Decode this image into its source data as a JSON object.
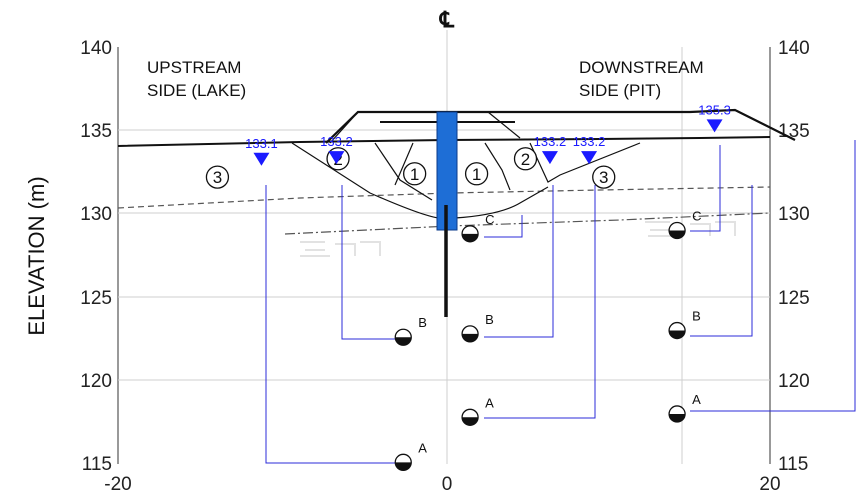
{
  "centerline_label": "℄",
  "y_axis": {
    "label": "ELEVATION (m)",
    "ticks": [
      140,
      135,
      130,
      125,
      120,
      115
    ],
    "range": [
      115,
      140
    ]
  },
  "x_axis": {
    "ticks": [
      -20,
      0,
      20
    ],
    "range": [
      -20,
      20
    ]
  },
  "sides": {
    "upstream": [
      "UPSTREAM",
      "SIDE (LAKE)"
    ],
    "downstream": [
      "DOWNSTREAM",
      "SIDE (PIT)"
    ]
  },
  "zones": [
    {
      "label": "3",
      "x": -13.9,
      "elev": 132.2
    },
    {
      "label": "2",
      "x": -6.5,
      "elev": 133.3
    },
    {
      "label": "1",
      "x": -1.8,
      "elev": 132.4
    },
    {
      "label": "1",
      "x": 2.0,
      "elev": 132.4
    },
    {
      "label": "2",
      "x": 5.0,
      "elev": 133.3
    },
    {
      "label": "3",
      "x": 9.8,
      "elev": 132.2
    }
  ],
  "water_levels": [
    {
      "label": "133.1",
      "x": -11.2,
      "elev": 133.3
    },
    {
      "label": "133.2",
      "x": -6.6,
      "elev": 133.4
    },
    {
      "label": "133.2",
      "x": 6.5,
      "elev": 133.4
    },
    {
      "label": "133.2",
      "x": 8.9,
      "elev": 133.4
    },
    {
      "label": "135.3",
      "x": 16.6,
      "elev": 135.3
    }
  ],
  "piezometers": [
    {
      "label": "A",
      "x": -2.5,
      "elev": 115.1
    },
    {
      "label": "B",
      "x": -2.5,
      "elev": 122.6
    },
    {
      "label": "C",
      "x": 1.6,
      "elev": 128.8
    },
    {
      "label": "B",
      "x": 1.6,
      "elev": 122.8
    },
    {
      "label": "A",
      "x": 1.6,
      "elev": 117.8
    },
    {
      "label": "C",
      "x": 14.3,
      "elev": 129.0
    },
    {
      "label": "B",
      "x": 14.3,
      "elev": 123.0
    },
    {
      "label": "A",
      "x": 14.3,
      "elev": 118.0
    }
  ],
  "colors": {
    "core": "#1e6ed6",
    "water": "#1a1aff",
    "leads": "#2b2bd8",
    "ink": "#111111"
  }
}
